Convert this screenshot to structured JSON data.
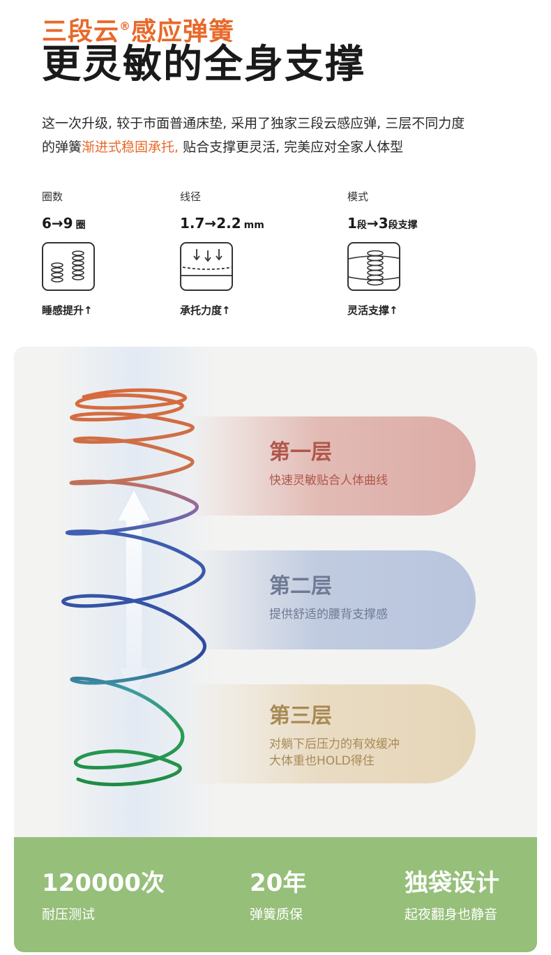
{
  "header": {
    "subtitle": "三段云®感应弹簧",
    "subtitle_main": "三段云",
    "subtitle_mark": "®",
    "subtitle_rest": "感应弹簧",
    "title": "更灵敏的全身支撑"
  },
  "intro": {
    "line1": "这一次升级, 较于市面普通床垫, 采用了独家三段云感应弹, 三层不同力度",
    "line2_start": "的弹簧",
    "line2_highlight": "渐进式稳固承托,",
    "line2_end": " 贴合支撑更灵活, 完美应对全家人体型"
  },
  "specs": [
    {
      "label": "圈数",
      "value": "6→9",
      "unit": "圈",
      "icon": "coin-stacks-icon",
      "caption": "睡感提升↑"
    },
    {
      "label": "线径",
      "value": "1.7→2.2",
      "unit": "mm",
      "icon": "pressure-arrows-icon",
      "caption": "承托力度↑"
    },
    {
      "label": "模式",
      "value_a": "1",
      "unit_a": "段",
      "arrow": "→",
      "value_b": "3",
      "unit_b": "段支撑",
      "icon": "spring-layers-icon",
      "caption": "灵活支撑↑"
    }
  ],
  "layers": [
    {
      "title": "第一层",
      "desc": "快速灵敏贴合人体曲线",
      "desc2": ""
    },
    {
      "title": "第二层",
      "desc": "提供舒适的腰背支撑感",
      "desc2": ""
    },
    {
      "title": "第三层",
      "desc": "对躺下后压力的有效缓冲",
      "desc2": "大体重也HOLD得住"
    }
  ],
  "stats": [
    {
      "big": "120000次",
      "small": "耐压测试"
    },
    {
      "big": "20年",
      "small": "弹簧质保"
    },
    {
      "big": "独袋设计",
      "small": "起夜翻身也静音"
    }
  ],
  "colors": {
    "accent_orange": "#e8692a",
    "footer_green": "#96bf7a",
    "layer1": "#dcaba5",
    "layer2": "#b9c5de",
    "layer3": "#e6d6b8"
  }
}
